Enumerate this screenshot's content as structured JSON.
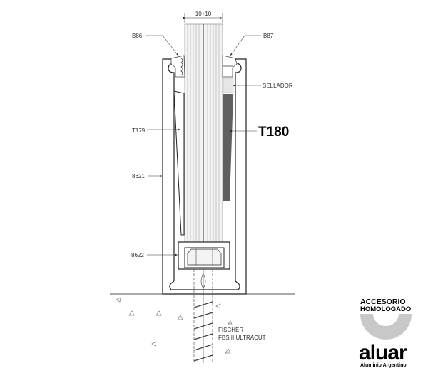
{
  "drawing": {
    "dimension": "10+10",
    "labels": {
      "b86": "B86",
      "b87": "B87",
      "sellador": "SELLADOR",
      "t179": "T179",
      "t180": "T180",
      "p8621": "8621",
      "p8622": "8622",
      "anchor_brand": "FISCHER",
      "anchor_model": "FBS II ULTRACUT"
    }
  },
  "logo": {
    "line1": "ACCESORIO",
    "line2": "HOMOLOGADO",
    "brand": "aluar",
    "tagline": "Aluminio Argentino",
    "ring_color": "#c8c8c8"
  }
}
